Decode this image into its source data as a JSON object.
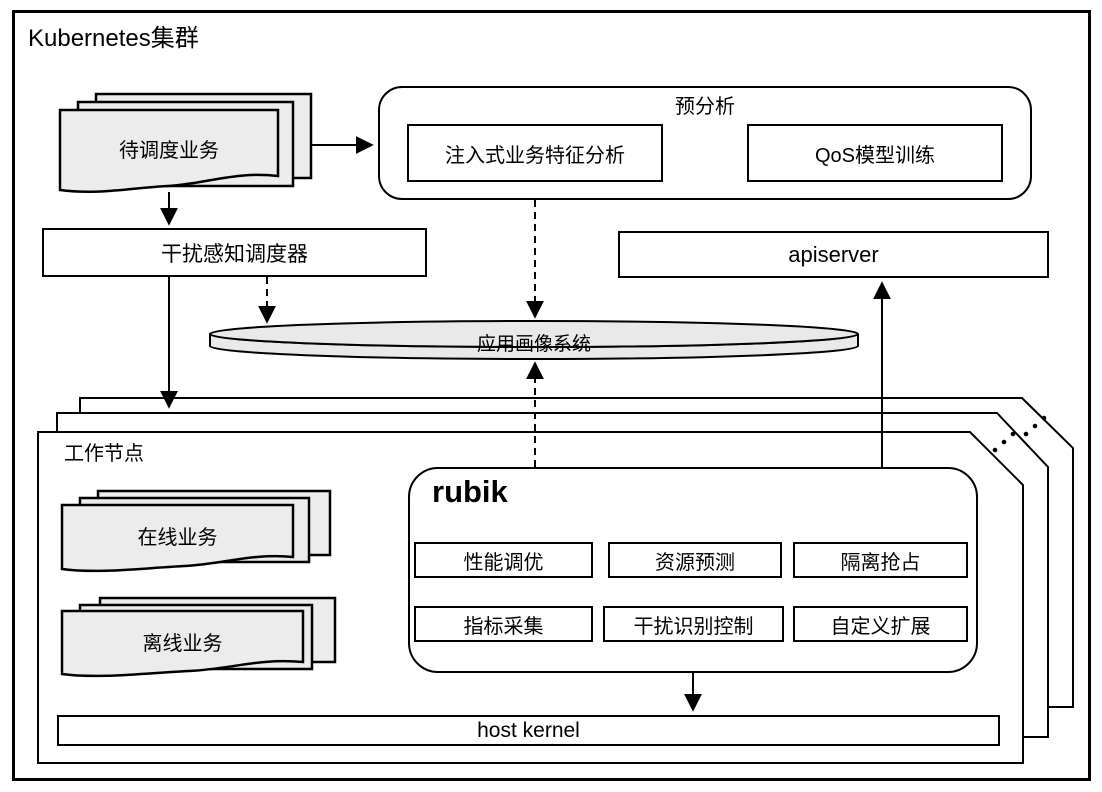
{
  "title": "Kubernetes集群",
  "pending_jobs": {
    "label": "待调度业务"
  },
  "preanalysis": {
    "title": "预分析",
    "items": [
      {
        "label": "注入式业务特征分析"
      },
      {
        "label": "QoS模型训练"
      }
    ]
  },
  "scheduler": {
    "label": "干扰感知调度器"
  },
  "apiserver": {
    "label": "apiserver"
  },
  "profile_db": {
    "label": "应用画像系统"
  },
  "worker_node": {
    "title": "工作节点",
    "online_jobs": {
      "label": "在线业务"
    },
    "offline_jobs": {
      "label": "离线业务"
    },
    "rubik": {
      "title": "rubik",
      "modules": [
        "性能调优",
        "资源预测",
        "隔离抢占",
        "指标采集",
        "干扰识别控制",
        "自定义扩展"
      ]
    },
    "host_kernel": {
      "label": "host kernel"
    }
  },
  "icons": {
    "more_nodes_ellipsis": "diagonal-dots"
  },
  "colors": {
    "stroke": "#000000",
    "shape_fill": "#ececec",
    "db_fill": "#e9e9e9",
    "background": "#ffffff"
  }
}
